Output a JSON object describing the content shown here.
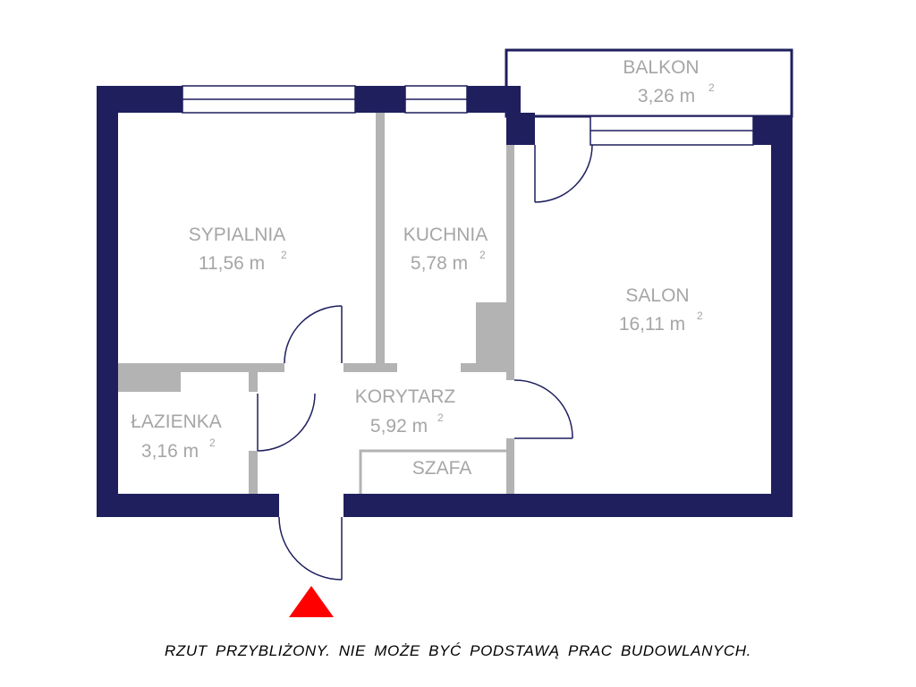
{
  "colors": {
    "wall": "#1f1f5e",
    "partition": "#b3b3b3",
    "label": "#a6a6a6",
    "entrance_marker": "#ff0000"
  },
  "rooms": {
    "balkon": {
      "name": "BALKON",
      "area": "3,26 m",
      "unit_exp": "2"
    },
    "sypialnia": {
      "name": "SYPIALNIA",
      "area": "11,56 m",
      "unit_exp": "2"
    },
    "kuchnia": {
      "name": "KUCHNIA",
      "area": "5,78 m",
      "unit_exp": "2"
    },
    "salon": {
      "name": "SALON",
      "area": "16,11 m",
      "unit_exp": "2"
    },
    "korytarz": {
      "name": "KORYTARZ",
      "area": "5,92 m",
      "unit_exp": "2"
    },
    "lazienka": {
      "name": "ŁAZIENKA",
      "area": "3,16 m",
      "unit_exp": "2"
    },
    "szafa": {
      "name": "SZAFA"
    }
  },
  "icons": {
    "entrance": "entrance-triangle-icon"
  },
  "disclaimer": "RZUT  PRZYBLIŻONY.  NIE  MOŻE  BYĆ  PODSTAWĄ  PRAC  BUDOWLANYCH."
}
